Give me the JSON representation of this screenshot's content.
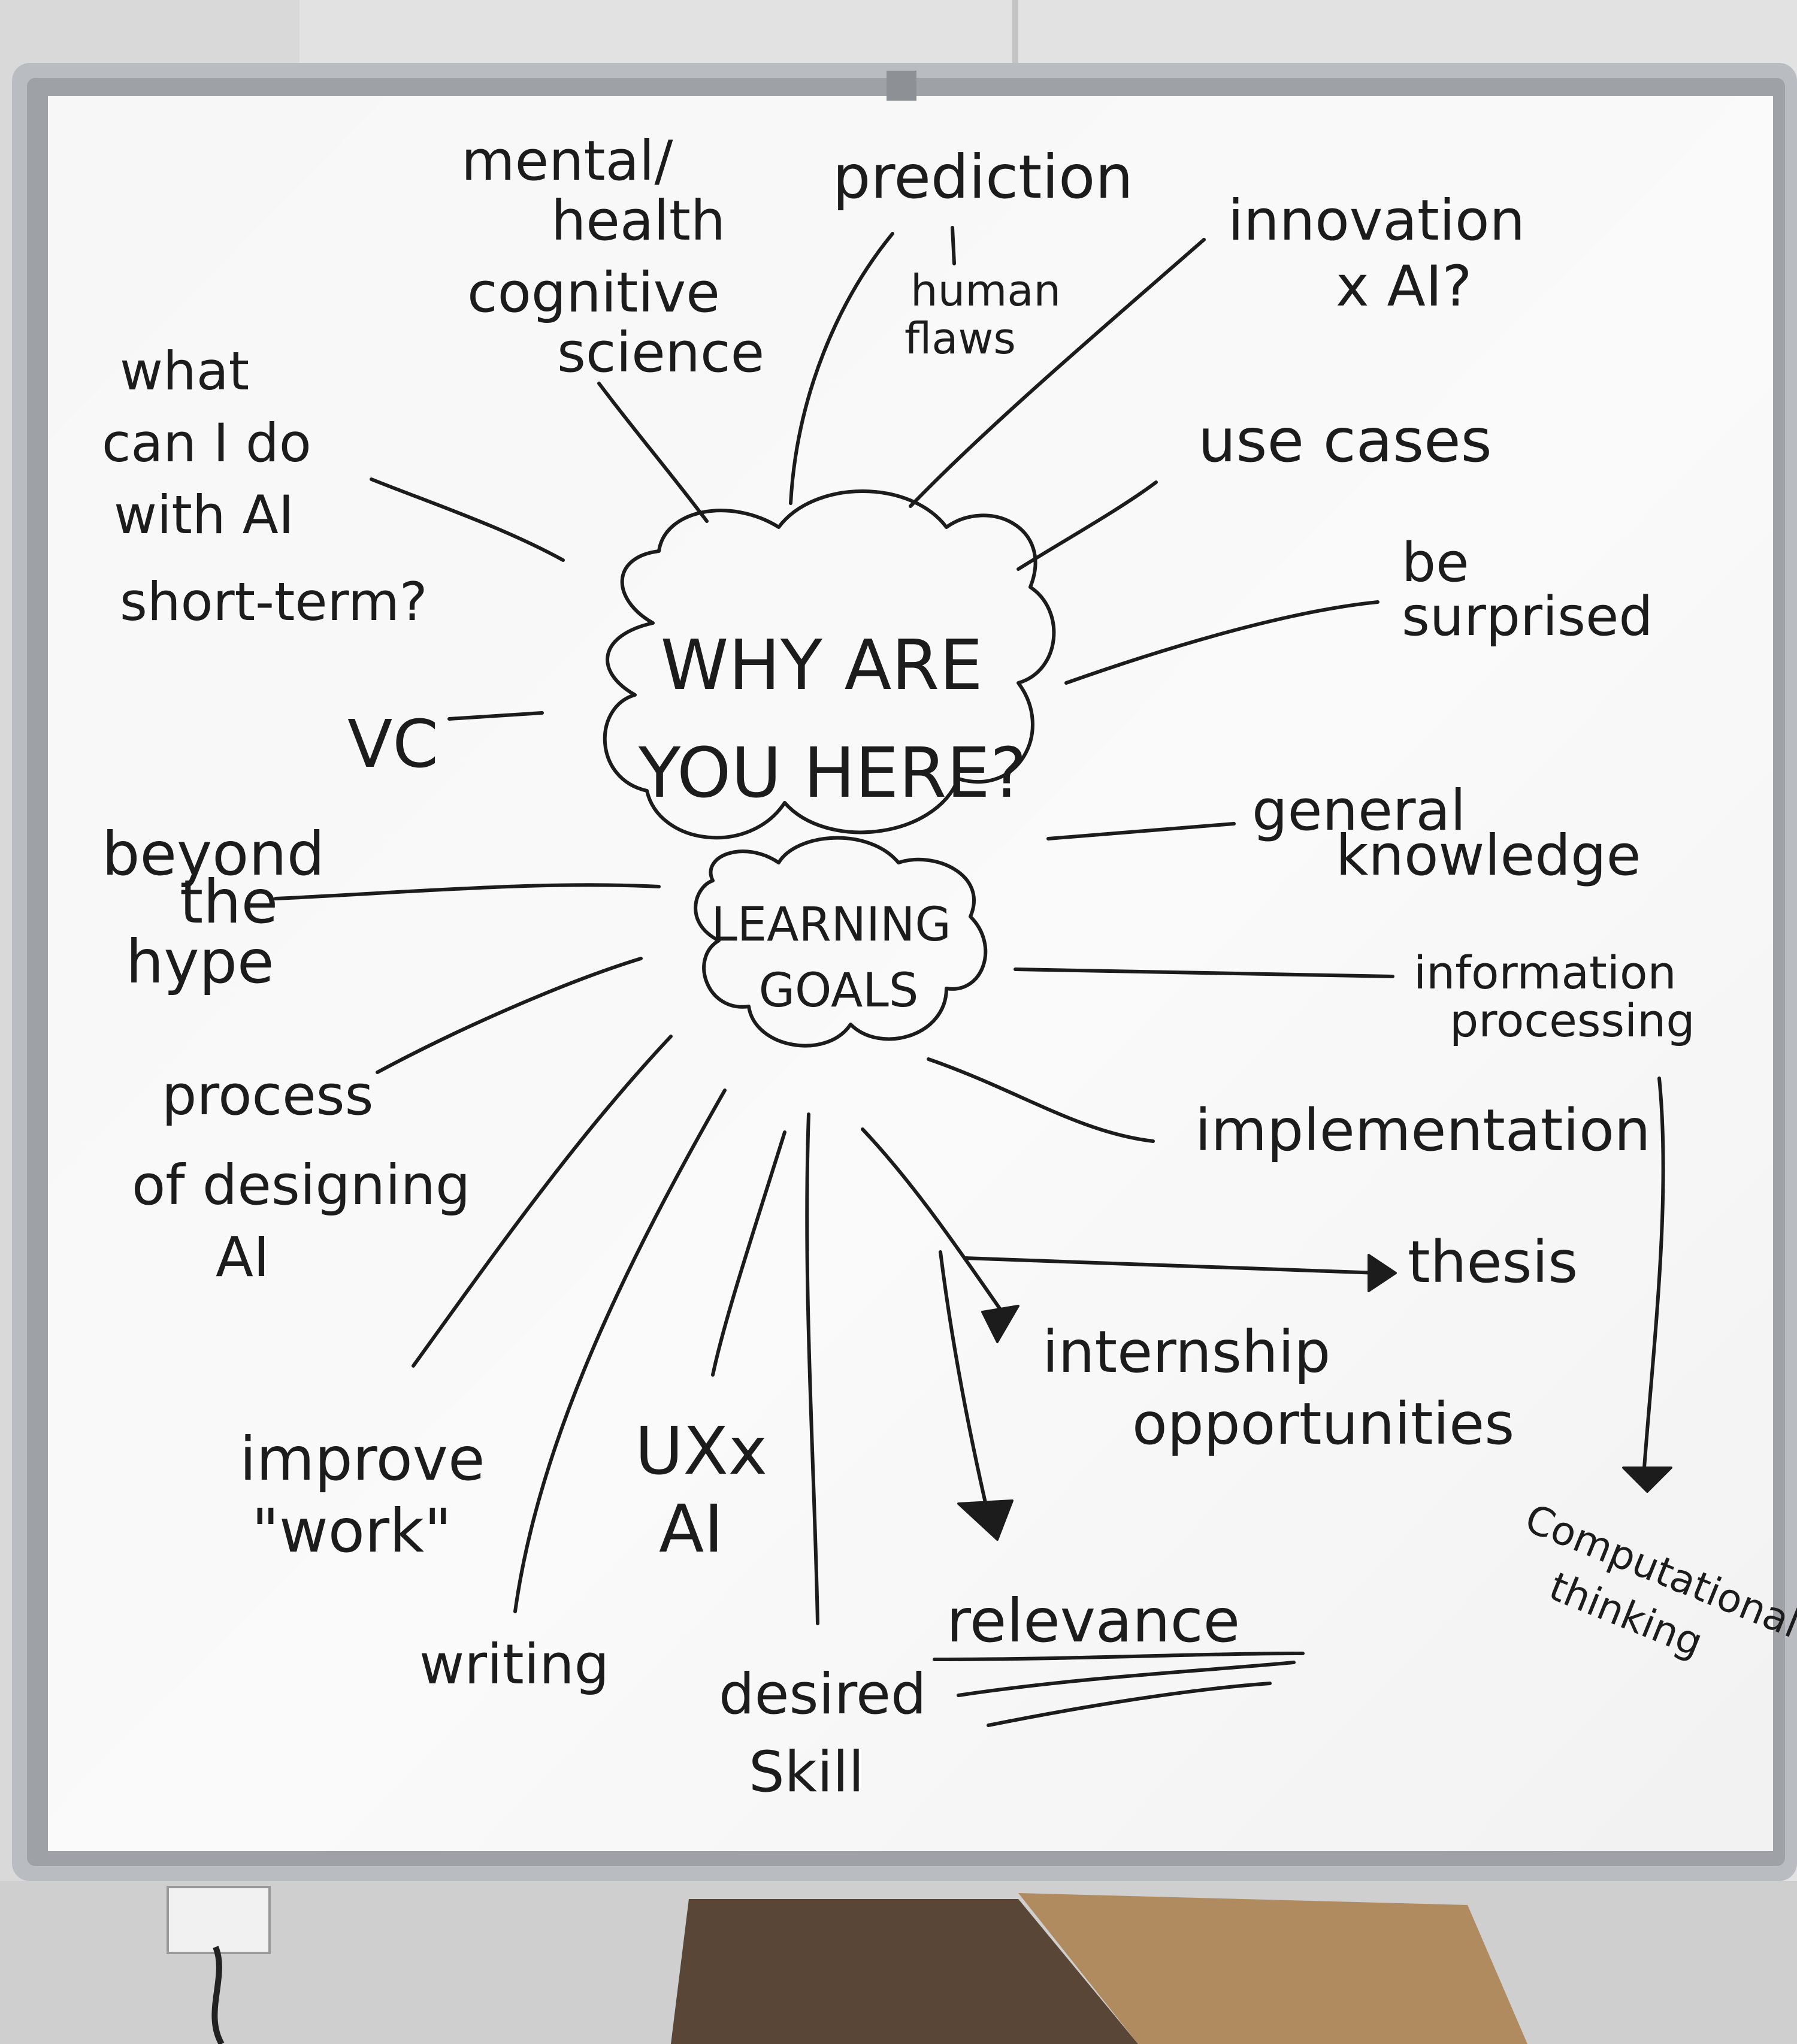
{
  "center": {
    "title_lines": [
      "WHY ARE",
      "YOU HERE?"
    ],
    "subtitle_lines": [
      "LEARNING",
      "GOALS"
    ]
  },
  "topics": {
    "mental_health": [
      "mental/",
      "health",
      "cognitive",
      "science"
    ],
    "prediction": [
      "prediction"
    ],
    "human_flaws": [
      "human",
      "flaws"
    ],
    "innovation": [
      "innovation",
      "x AI?"
    ],
    "what_can_i_do": [
      "what",
      "can I do",
      "with AI",
      "short-term?"
    ],
    "use_cases": [
      "use cases"
    ],
    "be_surprised": [
      "be",
      "surprised"
    ],
    "vc": [
      "VC"
    ],
    "beyond_hype": [
      "beyond",
      "the",
      "hype"
    ],
    "general_knowledge": [
      "general",
      "knowledge"
    ],
    "information_processing": [
      "information",
      "processing"
    ],
    "process_designing": [
      "process",
      "of designing",
      "AI"
    ],
    "implementation": [
      "implementation"
    ],
    "thesis": [
      "thesis"
    ],
    "internship": [
      "internship",
      "opportunities"
    ],
    "improve_work": [
      "improve",
      "\"work\""
    ],
    "ux_ai": [
      "UXx",
      "AI"
    ],
    "relevance": [
      "relevance"
    ],
    "computational_thinking": [
      "Computational",
      "thinking"
    ],
    "writing": [
      "writing"
    ],
    "desired_skill": [
      "desired",
      "Skill"
    ]
  },
  "colors": {
    "ink": "#1c1c1c",
    "board": "#f7f7f7",
    "frame": "#b9bcc0",
    "wall": "#e2e2e2"
  }
}
